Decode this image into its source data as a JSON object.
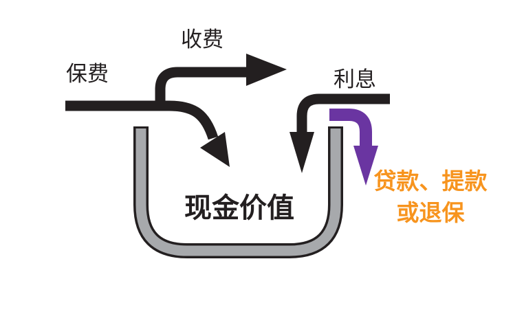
{
  "labels": {
    "premium": "保费",
    "fees": "收费",
    "interest": "利息",
    "cash_value": "现金价值",
    "withdrawal_line1": "贷款、提款",
    "withdrawal_line2": "或退保"
  },
  "icons": {
    "premium_arrow": "curved-arrow-down-right-into-bucket",
    "fees_arrow": "curved-arrow-up-right",
    "interest_arrow": "elbow-arrow-down-into-bucket",
    "withdrawal_arrow": "elbow-arrow-down-out-of-bucket",
    "bucket": "u-shaped-container"
  },
  "colors": {
    "ink": "#231F20",
    "bucket_gray": "#A7A9AC",
    "purple": "#6A35A1",
    "orange": "#F7941E",
    "background": "#FFFFFF"
  }
}
